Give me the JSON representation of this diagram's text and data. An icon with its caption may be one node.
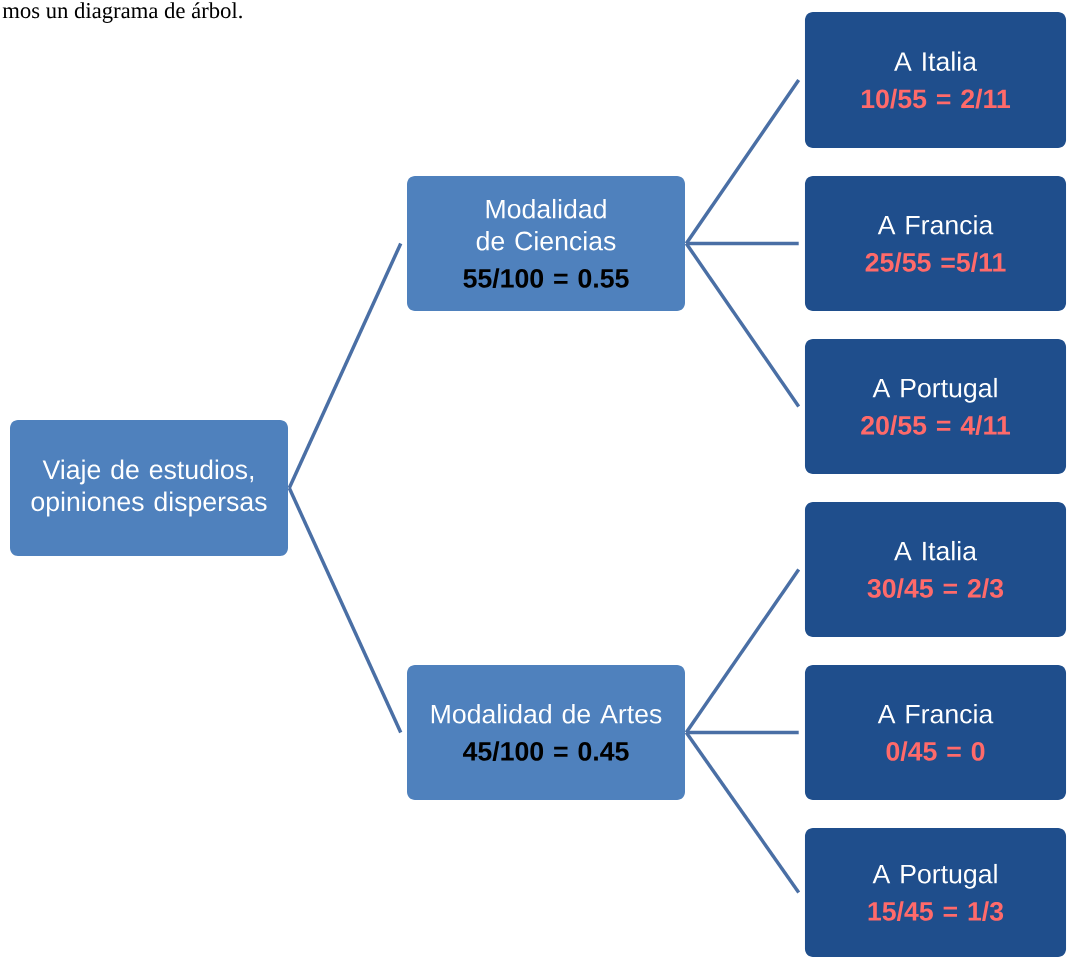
{
  "diagram": {
    "nodes": [
      {
        "text": [
          "Viaje de estudios, opiniones dispersas"
        ]
      },
      {
        "text": [
          "Modalidad de Ciencias",
          "55/100 = 0.55"
        ]
      },
      {
        "text": [
          "Modalidad de Artes",
          "45/100 = 0.45"
        ]
      },
      {
        "text": [
          "A Italia",
          "10/55 = 2/11"
        ]
      },
      {
        "text": [
          "A Francia",
          "25/55 =5/11"
        ]
      },
      {
        "text": [
          "A Portugal",
          "20/55 = 4/11"
        ]
      },
      {
        "text": [
          "A Italia",
          "30/45 = 2/3"
        ]
      },
      {
        "text": [
          "A Francia",
          "0/45 = 0"
        ]
      },
      {
        "text": [
          "A Portugal",
          "15/45 = 1/3"
        ]
      }
    ],
    "edges": [
      {
        "from": 0,
        "to": 1,
        "arrow": "none"
      },
      {
        "from": 0,
        "to": 2,
        "arrow": "none"
      },
      {
        "from": 1,
        "to": 3,
        "arrow": "none"
      },
      {
        "from": 1,
        "to": 4,
        "arrow": "none"
      },
      {
        "from": 1,
        "to": 5,
        "arrow": "none"
      },
      {
        "from": 2,
        "to": 6,
        "arrow": "none"
      },
      {
        "from": 2,
        "to": 7,
        "arrow": "none"
      },
      {
        "from": 2,
        "to": 8,
        "arrow": "none"
      }
    ],
    "labels": [
      "mos un diagrama de árbol."
    ]
  }
}
